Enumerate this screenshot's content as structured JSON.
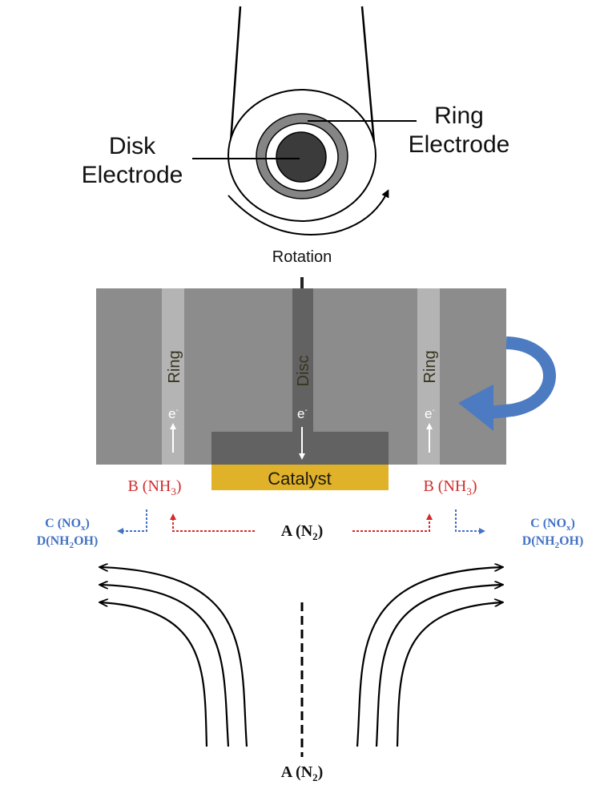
{
  "top": {
    "disk_line1": "Disk",
    "disk_line2": "Electrode",
    "ring_line1": "Ring",
    "ring_line2": "Electrode",
    "rotation": "Rotation"
  },
  "cross_section": {
    "ring_left": "Ring",
    "disc": "Disc",
    "ring_right": "Ring",
    "electron": "e",
    "catalyst": "Catalyst",
    "colors": {
      "body": "#8c8c8c",
      "disc_channel": "#626262",
      "ring_channel": "#b4b4b4",
      "catalyst": "#e0b22a",
      "rotation_arrow": "#4d7bc1"
    }
  },
  "species": {
    "b_left": "B (NH",
    "b_right": "B (NH",
    "nh3_sub": "3",
    "nh3_close": ")",
    "a_mid": "A (N",
    "a_bottom": "A (N",
    "n2_sub": "2",
    "n2_close": ")",
    "c_left": "C (NO",
    "c_right": "C (NO",
    "nox_sub": "x",
    "nox_close": ")",
    "d_left_pre": "D(NH",
    "d_right_pre": "D(NH",
    "d_sub": "2",
    "d_post": "OH)",
    "colors": {
      "b": "#d22b2b",
      "cd": "#4472c4",
      "a": "#111111"
    }
  }
}
